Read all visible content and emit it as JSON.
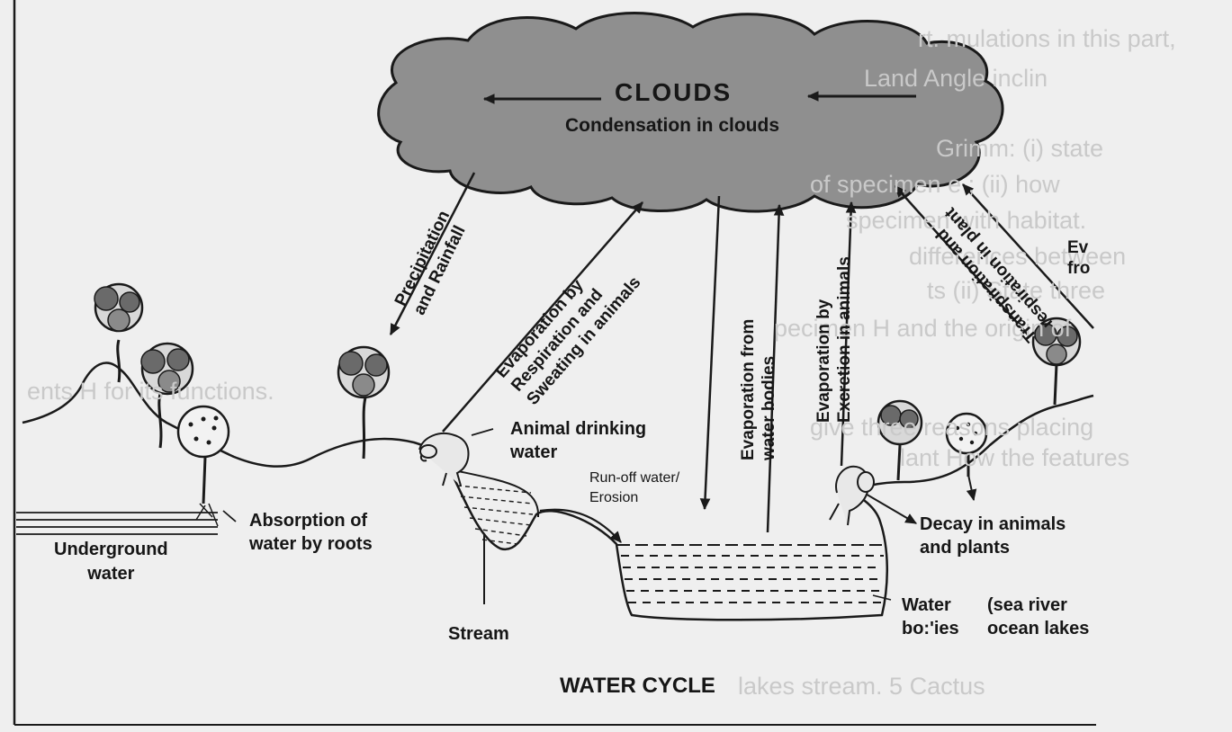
{
  "clouds": {
    "title": "CLOUDS",
    "subtitle": "Condensation in clouds"
  },
  "labels": {
    "precipitation": [
      "Precipitation",
      "and Rainfall"
    ],
    "evap_animals": [
      "Evaporation by",
      "Respiration and",
      "Sweating in animals"
    ],
    "evap_water": [
      "Evaporation from",
      "water bodies"
    ],
    "evap_excretion": [
      "Evaporation by",
      "Excretion in animals"
    ],
    "transpiration": [
      "Transpiration and",
      "respiration in plant"
    ],
    "evap_right": [
      "Ev",
      "fro"
    ],
    "animal_drinking": [
      "Animal drinking",
      "water"
    ],
    "runoff": [
      "Run-off water/",
      "Erosion"
    ],
    "absorption": [
      "Absorption of",
      "water by roots"
    ],
    "underground": [
      "Underground",
      "water"
    ],
    "decay": [
      "Decay in  animals",
      "and plants"
    ],
    "water_bodies": [
      "Water",
      "bo:'ies"
    ],
    "sea": [
      "(sea river",
      "ocean lakes"
    ],
    "stream": "Stream"
  },
  "caption": "WATER CYCLE",
  "bleed_through": [
    "rt.                 mulations in this part,",
    "         Land Angle inclin",
    "         Grimm: (i) state",
    "        of specimen e ; (ii) how",
    "      specimen with habitat.",
    "        differences between",
    "     ts (ii) State three",
    "        pecimen H and the origin of",
    "ents           H for its functions.",
    "       give three reasons placing",
    "  lant     How the features",
    "       lakes stream.   5 Cactus"
  ]
}
